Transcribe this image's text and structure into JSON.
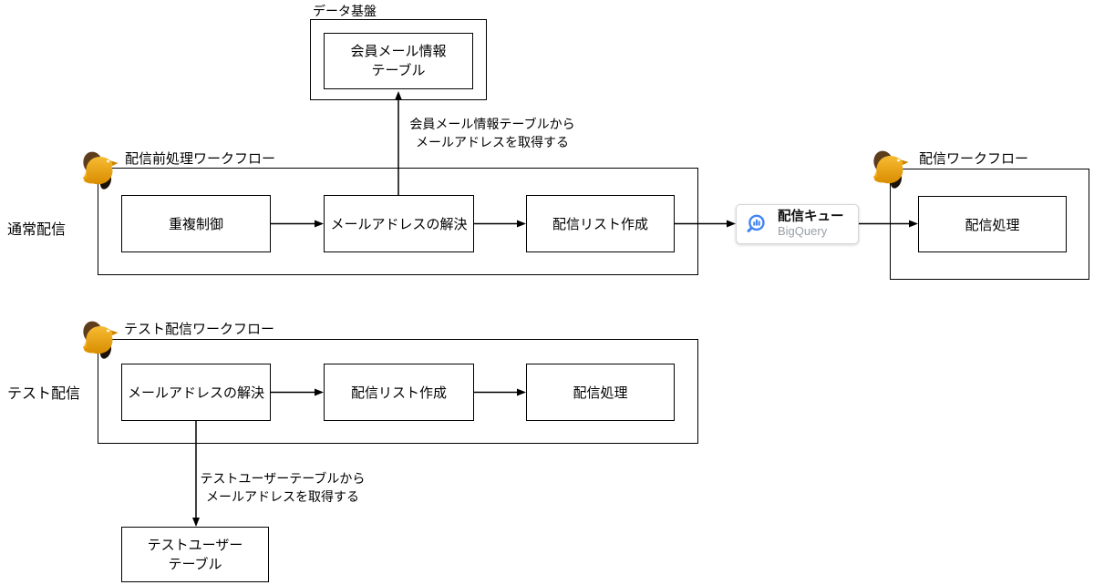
{
  "data_platform": {
    "label": "データ基盤",
    "table_line1": "会員メール情報",
    "table_line2": "テーブル"
  },
  "annotations": {
    "member_fetch_line1": "会員メール情報テーブルから",
    "member_fetch_line2": "メールアドレスを取得する",
    "test_fetch_line1": "テストユーザーテーブルから",
    "test_fetch_line2": "メールアドレスを取得する"
  },
  "rows": {
    "normal": {
      "label": "通常配信",
      "workflow_label": "配信前処理ワークフロー",
      "steps": [
        "重複制御",
        "メールアドレスの解決",
        "配信リスト作成"
      ]
    },
    "test": {
      "label": "テスト配信",
      "workflow_label": "テスト配信ワークフロー",
      "steps": [
        "メールアドレスの解決",
        "配信リスト作成",
        "配信処理"
      ]
    }
  },
  "queue_node": {
    "title": "配信キュー",
    "subtitle": "BigQuery"
  },
  "delivery_workflow": {
    "workflow_label": "配信ワークフロー",
    "steps": [
      "配信処理"
    ]
  },
  "test_user_table": {
    "line1": "テストユーザー",
    "line2": "テーブル"
  },
  "colors": {
    "line": "#000000",
    "bigquery_blue": "#4285f4",
    "bird_gold": "#f2ab17",
    "bird_brown": "#5e3d1d",
    "node_border": "#d6d6d6",
    "subtitle_gray": "#9aa0a6"
  },
  "icons": {
    "bird": "workflow-bird-icon",
    "bigquery": "bigquery-magnifier-icon"
  }
}
